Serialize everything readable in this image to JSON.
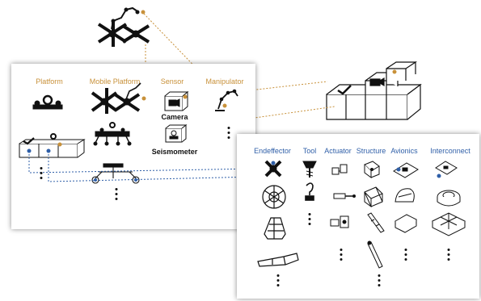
{
  "title": "",
  "left_panel": {
    "headers": [
      {
        "key": "platform",
        "label": "Platform"
      },
      {
        "key": "mobile_platform",
        "label": "Mobile Platform"
      },
      {
        "key": "sensor",
        "label": "Sensor"
      },
      {
        "key": "manipulator",
        "label": "Manipulator"
      }
    ],
    "item_labels": {
      "camera": "Camera",
      "seismometer": "Seismometer"
    }
  },
  "right_panel": {
    "headers": [
      {
        "key": "endeffector",
        "label": "Endeffector"
      },
      {
        "key": "tool",
        "label": "Tool"
      },
      {
        "key": "actuator",
        "label": "Actuator"
      },
      {
        "key": "structure",
        "label": "Structure"
      },
      {
        "key": "avionics",
        "label": "Avionics"
      },
      {
        "key": "interconnect",
        "label": "Interconnect"
      }
    ]
  },
  "colors": {
    "gold": "#c8913a",
    "blue": "#2f5fa8",
    "ink": "#111111"
  }
}
